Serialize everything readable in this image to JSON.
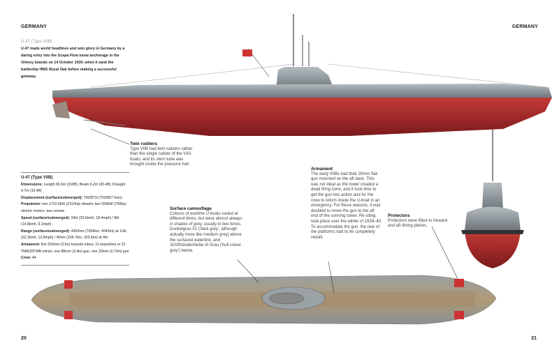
{
  "header": {
    "left": "GERMANY",
    "right": "GERMANY"
  },
  "page_numbers": {
    "left": "20",
    "right": "21"
  },
  "intro": {
    "title": "U-47 (Type VIIB)",
    "text": "U-47 made world headlines and won glory in Germany by a daring entry into the Scapa Flow naval anchorage in the Orkney Islands on 14 October 1939, when it sank the battleship HMS ",
    "ship": "Royal Oak",
    "text_end": " before making a successful getaway."
  },
  "specs": {
    "title": "U-47 (Type VIIB)",
    "rows": [
      {
        "label": "Dimensions:",
        "value": " Length 66.5m (218ft), Beam 6.2m (20.4ft); Draught 4.7m (15.4ft)"
      },
      {
        "label": "Displacement (surface/submerged):",
        "value": " 765/871t (753/857 tons)"
      },
      {
        "label": "Propulsion:",
        "value": " two 1722.5kW (2310hp) diesels; two 559kW (750hp) electric motors, two screws"
      },
      {
        "label": "Speed (surface/submerged):",
        "value": " 16kt (29.6kmh, 18.4mph) / 8kt (14.8kmh, 9.2mph)"
      },
      {
        "label": "Range (surface/submerged):",
        "value": " 4300nm (7964km, 4949mi) at 12kt (22.2kmh, 13.8mph) / 90nm (166.7km, 103.6mi) at 4kt"
      },
      {
        "label": "Armament:",
        "value": " five 533mm (21in) torpedo tubes; 11 torpedoes or 22 TMA/33TMB mines; one 88mm (3.4in) gun, one 20mm (0.79in) gun"
      },
      {
        "label": "Crew:",
        "value": " 44"
      }
    ]
  },
  "captions": {
    "rudders": {
      "title": "Twin rudders",
      "text": "Type VIIB had twin rudders rather than the single rudder of the VIIA boats, and its stern tube was brought inside the pressure hull."
    },
    "camouflage": {
      "title": "Surface camouflage",
      "text": "Colours of wartime U-boats varied at different times, but were almost always in shades of grey, usually in two tones. Dunkelgrau 51 ('dark grey', although actually more like medium grey) above the surfaced waterline, and ",
      "italic": "Schiffsbodenfarbe III Grau",
      "text_end": " ('hull colour grey') below."
    },
    "armament": {
      "title": "Armament",
      "text": "The early VIIBs had their 20mm flak gun mounted on the aft deck. This was not ideal as the tower created a dead firing zone, and it took time to get the gun into action and for the crew to return inside the U-boat in an emergency. For these reasons, it was decided to move the gun to the aft end of the conning tower. Re-siting took place over the winter of 1939–40. To accommodate the gun, the rear of the platforms had to be completely rebuilt."
    },
    "protectors": {
      "title": "Protectors",
      "text": "Protectors were fitted to forward and aft diving planes."
    }
  },
  "colors": {
    "hull_red": "#b8262a",
    "grey": "#8a949a",
    "deck": "#a89270"
  }
}
